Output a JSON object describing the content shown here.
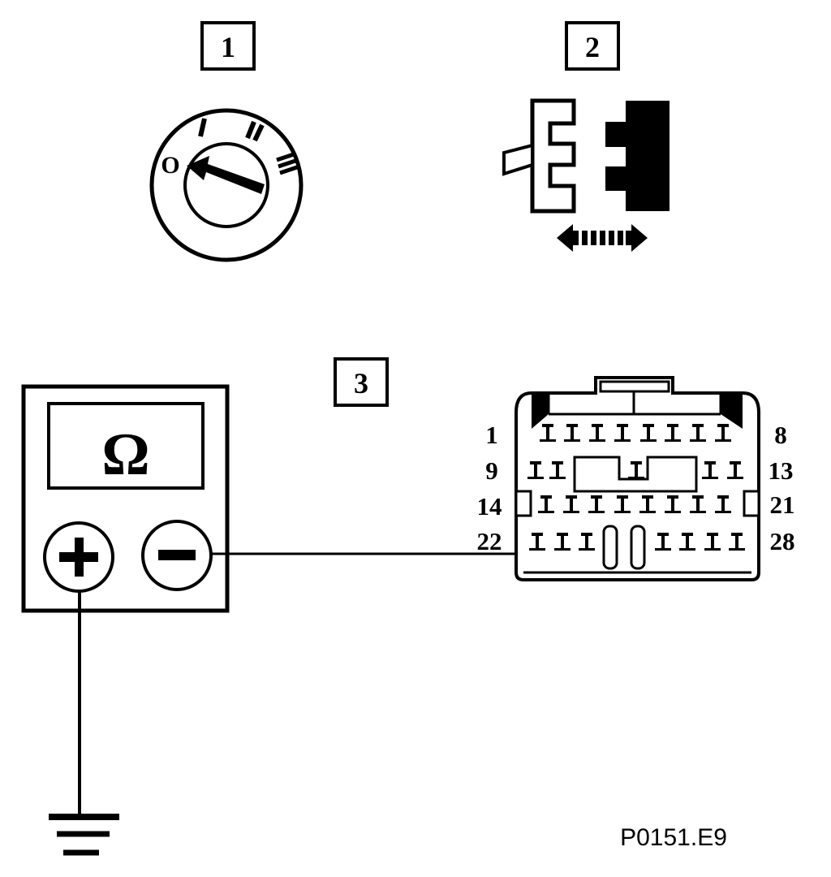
{
  "steps": {
    "step1": "1",
    "step2": "2",
    "step3": "3"
  },
  "ignition_switch": {
    "positions": [
      "O",
      "I",
      "II",
      "III"
    ]
  },
  "multimeter": {
    "mode_symbol": "Ω",
    "terminals": [
      "positive-terminal",
      "negative-terminal"
    ]
  },
  "connector": {
    "pin_labels": {
      "row1_left": "1",
      "row1_right": "8",
      "row2_left": "9",
      "row2_right": "13",
      "row3_left": "14",
      "row3_right": "21",
      "row4_left": "22",
      "row4_right": "28"
    }
  },
  "figure_reference": "P0151.E9",
  "icons": [
    "ignition-key-icon",
    "connector-disconnect-icon",
    "ohmmeter-icon",
    "ground-icon",
    "harness-connector-icon"
  ]
}
